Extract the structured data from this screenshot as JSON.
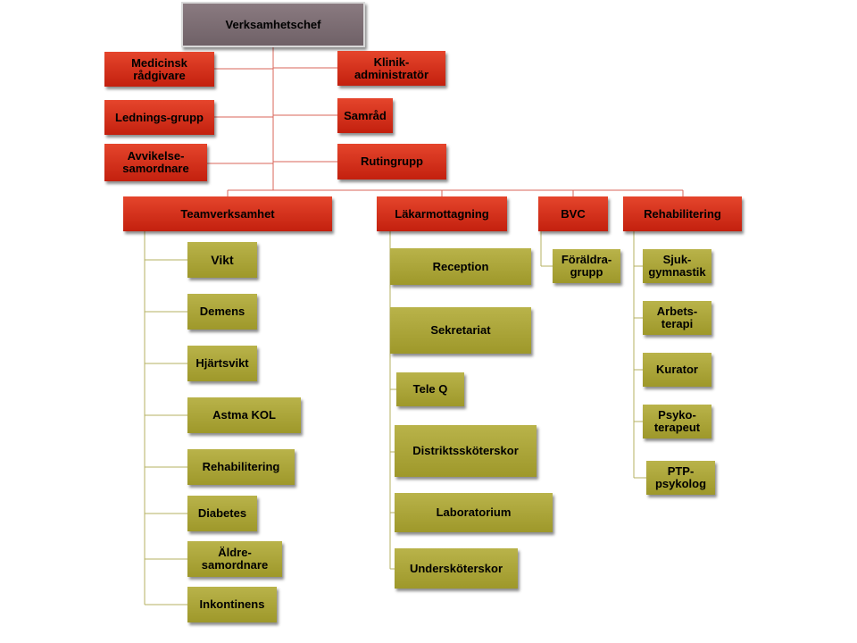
{
  "nodes": {
    "chief": "Verksamhetschef",
    "medicinsk": "Medicinsk rådgivare",
    "klinik": "Klinik-administratör",
    "lednings": "Lednings-grupp",
    "samrad": "Samråd",
    "avvikelse": "Avvikelse-samordnare",
    "rutingrupp": "Rutingrupp",
    "teamverksamhet": "Teamverksamhet",
    "lakarmottagning": "Läkarmottagning",
    "bvc": "BVC",
    "rehabilitering_dept": "Rehabilitering",
    "vikt": "Vikt",
    "demens": "Demens",
    "hjartsvikt": "Hjärtsvikt",
    "astma": "Astma KOL",
    "rehab_team": "Rehabilitering",
    "diabetes": "Diabetes",
    "aldre": "Äldre-samordnare",
    "inkontinens": "Inkontinens",
    "reception": "Reception",
    "sekretariat": "Sekretariat",
    "teleq": "Tele Q",
    "distrikt": "Distriktssköterskor",
    "laboratorium": "Laboratorium",
    "underskoterskor": "Undersköterskor",
    "foraldra": "Föräldra-grupp",
    "sjukgymnastik": "Sjuk-gymnastik",
    "arbetsterapi": "Arbets-terapi",
    "kurator": "Kurator",
    "psykoterapeut": "Psyko-terapeut",
    "ptp": "PTP-psykolog"
  },
  "colors": {
    "top": "#7a6c72",
    "staff_red": "#d3311a",
    "unit_green": "#aca63a",
    "line_red": "#d9665a",
    "line_green": "#b5b060"
  }
}
